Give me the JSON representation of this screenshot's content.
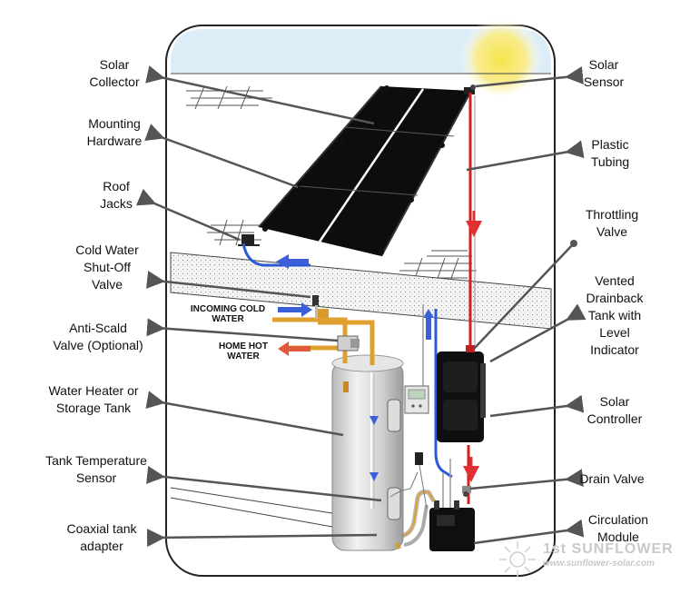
{
  "labels_left": [
    {
      "id": "solar-collector-label",
      "lines": [
        "Solar",
        "Collector"
      ]
    },
    {
      "id": "mounting-hardware-label",
      "lines": [
        "Mounting",
        "Hardware"
      ]
    },
    {
      "id": "roof-jacks-label",
      "lines": [
        "Roof",
        "Jacks"
      ]
    },
    {
      "id": "cold-water-shutoff-label",
      "lines": [
        "Cold Water",
        "Shut-Off",
        "Valve"
      ]
    },
    {
      "id": "anti-scald-label",
      "lines": [
        "Anti-Scald",
        "Valve (Optional)"
      ]
    },
    {
      "id": "water-heater-label",
      "lines": [
        "Water Heater or",
        "Storage Tank"
      ]
    },
    {
      "id": "tank-sensor-label",
      "lines": [
        "Tank Temperature",
        "Sensor"
      ]
    },
    {
      "id": "coaxial-adapter-label",
      "lines": [
        "Coaxial tank",
        "adapter"
      ]
    }
  ],
  "labels_right": [
    {
      "id": "solar-sensor-label",
      "lines": [
        "Solar",
        "Sensor"
      ]
    },
    {
      "id": "plastic-tubing-label",
      "lines": [
        "Plastic",
        "Tubing"
      ]
    },
    {
      "id": "throttling-valve-label",
      "lines": [
        "Throttling",
        "Valve"
      ]
    },
    {
      "id": "drainback-tank-label",
      "lines": [
        "Vented",
        "Drainback",
        "Tank with",
        "Level",
        "Indicator"
      ]
    },
    {
      "id": "solar-controller-label",
      "lines": [
        "Solar",
        "Controller"
      ]
    },
    {
      "id": "drain-valve-label",
      "lines": [
        "Drain Valve"
      ]
    },
    {
      "id": "circulation-module-label",
      "lines": [
        "Circulation",
        "Module"
      ]
    }
  ],
  "pipe_labels": [
    {
      "id": "incoming-cold-water-label",
      "lines": [
        "INCOMING COLD",
        "WATER"
      ]
    },
    {
      "id": "home-hot-water-label",
      "lines": [
        "HOME HOT",
        "WATER"
      ]
    }
  ],
  "logo": {
    "line1": "1st SUNFLOWER",
    "line2": "www.sunflower-solar.com"
  },
  "colors": {
    "hot": "#d32020",
    "cold": "#2850d0",
    "copper": "#e0a030",
    "panel": "#111111",
    "frame": "#222222",
    "sky": "#d8ecf8",
    "sun": "#f5e04a",
    "tank": "#cfcfcf"
  }
}
